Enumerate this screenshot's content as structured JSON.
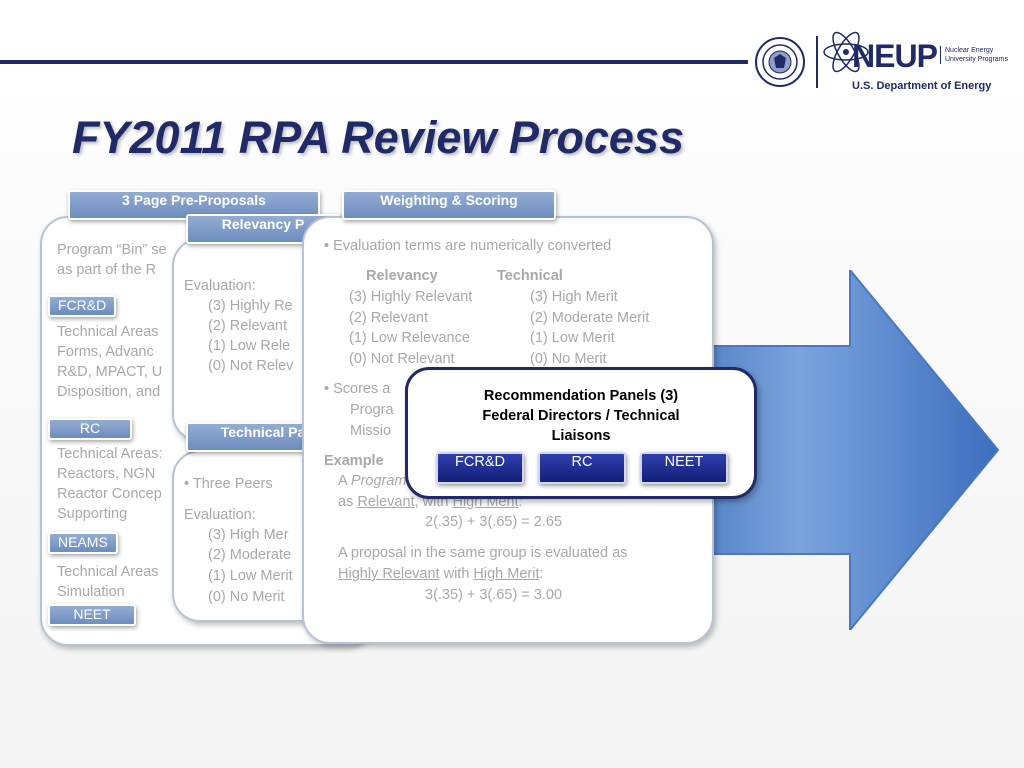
{
  "slide": {
    "title": "FY2011 RPA Review Process"
  },
  "logos": {
    "neup_word": "NEUP",
    "neup_sub": [
      "Nuclear Energy",
      "University Programs"
    ],
    "doe_caption": "U.S. Department of Energy"
  },
  "panels": {
    "preproposals": {
      "tab": "3 Page Pre-Proposals",
      "lines": [
        "Program “Bin” se",
        "as part of the R"
      ],
      "groups": [
        {
          "label": "FCR&D",
          "lines": [
            "Technical Areas",
            "Forms, Advanc",
            "R&D, MPACT, U",
            "Disposition, and"
          ]
        },
        {
          "label": "RC",
          "lines": [
            "Technical Areas:",
            "Reactors, NGN",
            "Reactor Concep",
            "Supporting"
          ]
        },
        {
          "label": "NEAMS",
          "lines": [
            "Technical Areas",
            "Simulation"
          ]
        },
        {
          "label": "NEET",
          "lines": []
        }
      ]
    },
    "relevancy": {
      "tab": "Relevancy P",
      "eval_label": "Evaluation:",
      "items": [
        "(3) Highly Re",
        "(2) Relevant",
        "(1) Low Rele",
        "(0) Not Relev"
      ]
    },
    "technical": {
      "tab": "Technical Pa",
      "bullet": "Three Peers",
      "eval_label": "Evaluation:",
      "items": [
        "(3) High Mer",
        "(2) Moderate",
        "(1) Low Merit",
        "(0) No Merit"
      ]
    },
    "weighting": {
      "tab": "Weighting & Scoring",
      "bullet1": "Evaluation terms are numerically converted",
      "col_relevancy": "Relevancy",
      "col_technical": "Technical",
      "relevancy_terms": [
        "(3) Highly Relevant",
        "(2) Relevant",
        "(1) Low Relevance",
        "(0) Not Relevant"
      ],
      "technical_terms": [
        "(3) High Merit",
        "(2) Moderate Merit",
        "(1) Low Merit",
        "(0) No Merit"
      ],
      "bullet2": "Scores a",
      "bullet2_lines": [
        "Progra",
        "Missio"
      ],
      "example_label": "Example",
      "ex1_a": "A",
      "ex1_b": "Program",
      "ex1_c": "as",
      "ex1_relevant": "Relevant",
      "ex1_with": ", with",
      "ex1_merit": "High Merit",
      "ex1_colon": ":",
      "ex1_formula": "2(.35) + 3(.65) = 2.65",
      "ex2_line": "A proposal in the same group is evaluated as",
      "ex2_relevant": "Highly Relevant",
      "ex2_with": "with",
      "ex2_merit": "High Merit",
      "ex2_colon": ":",
      "ex2_formula": "3(.35) + 3(.65) = 3.00"
    }
  },
  "recommendation": {
    "title_lines": [
      "Recommendation Panels (3)",
      "Federal Directors / Technical",
      "Liaisons"
    ],
    "buttons": [
      "FCR&D",
      "RC",
      "NEET"
    ]
  },
  "colors": {
    "navy": "#1f2a66",
    "tab_blue": "#7f9dcc",
    "gray_text": "#a8a8a8",
    "arrow_blue": "#5b8ad0"
  }
}
